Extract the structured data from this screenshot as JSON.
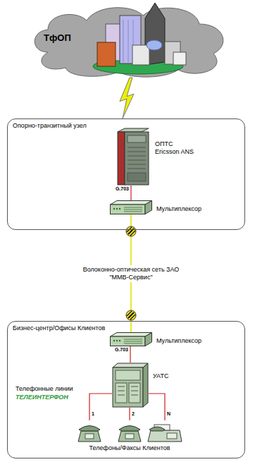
{
  "diagram": {
    "nodes": [
      {
        "text": [
          "ТфОП"
        ]
      },
      {
        "text": [
          "Опорно-транзитный узел"
        ]
      },
      {
        "text": [
          "ОПТС Ericsson ANS"
        ],
        "in": 1
      },
      {
        "text": [
          "Мультиплексор"
        ],
        "in": 1
      },
      {
        "text": [
          "Бизнес-центр/Офисы Клиентов"
        ]
      },
      {
        "text": [
          "Мультиплексор"
        ],
        "in": 4
      },
      {
        "text": [
          "УАТС"
        ],
        "in": 4
      },
      {
        "text": [
          "Телефоны/Факсы Клиентов"
        ],
        "in": 4
      }
    ],
    "edges": [
      {
        "from": 0,
        "to": 1,
        "arrow": "none"
      },
      {
        "from": 2,
        "to": 3,
        "label": "G.703",
        "arrow": "none"
      },
      {
        "from": 3,
        "to": 5,
        "label": "Волоконно-оптическая сеть ЗАО \"ММВ-Сервис\"",
        "arrow": "none"
      },
      {
        "from": 5,
        "to": 6,
        "label": "G.703",
        "arrow": "none"
      },
      {
        "from": 6,
        "to": 7,
        "label": "1",
        "arrow": "none"
      },
      {
        "from": 6,
        "to": 7,
        "label": "2",
        "arrow": "none"
      },
      {
        "from": 6,
        "to": 7,
        "label": "N",
        "arrow": "none"
      }
    ],
    "labels": [
      "Телефонные линии",
      "ТЕЛЕИНТЕРФОН"
    ]
  }
}
